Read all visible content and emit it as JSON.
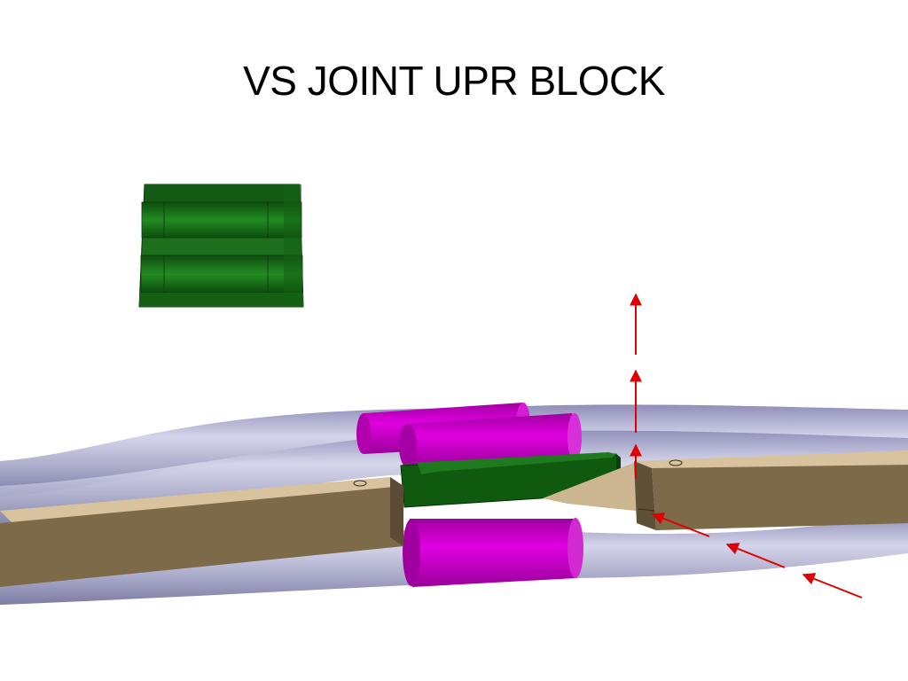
{
  "slide": {
    "title": "VS JOINT UPR BLOCK"
  },
  "colors": {
    "background": "#ffffff",
    "block_green": "#1a6e1a",
    "block_green_dark": "#0f4d0f",
    "clamp_magenta": "#c400c4",
    "conductor_lavender": "#b3b3d1",
    "support_beam_tan": "#9b8159",
    "arrow_red": "#e00000"
  },
  "figure": {
    "parts": [
      "upper-block-detail",
      "conductor-pipes",
      "magenta-clamps",
      "support-beams",
      "upper-block-installed"
    ],
    "arrows": {
      "vertical_count": 3,
      "diagonal_count": 3
    }
  }
}
